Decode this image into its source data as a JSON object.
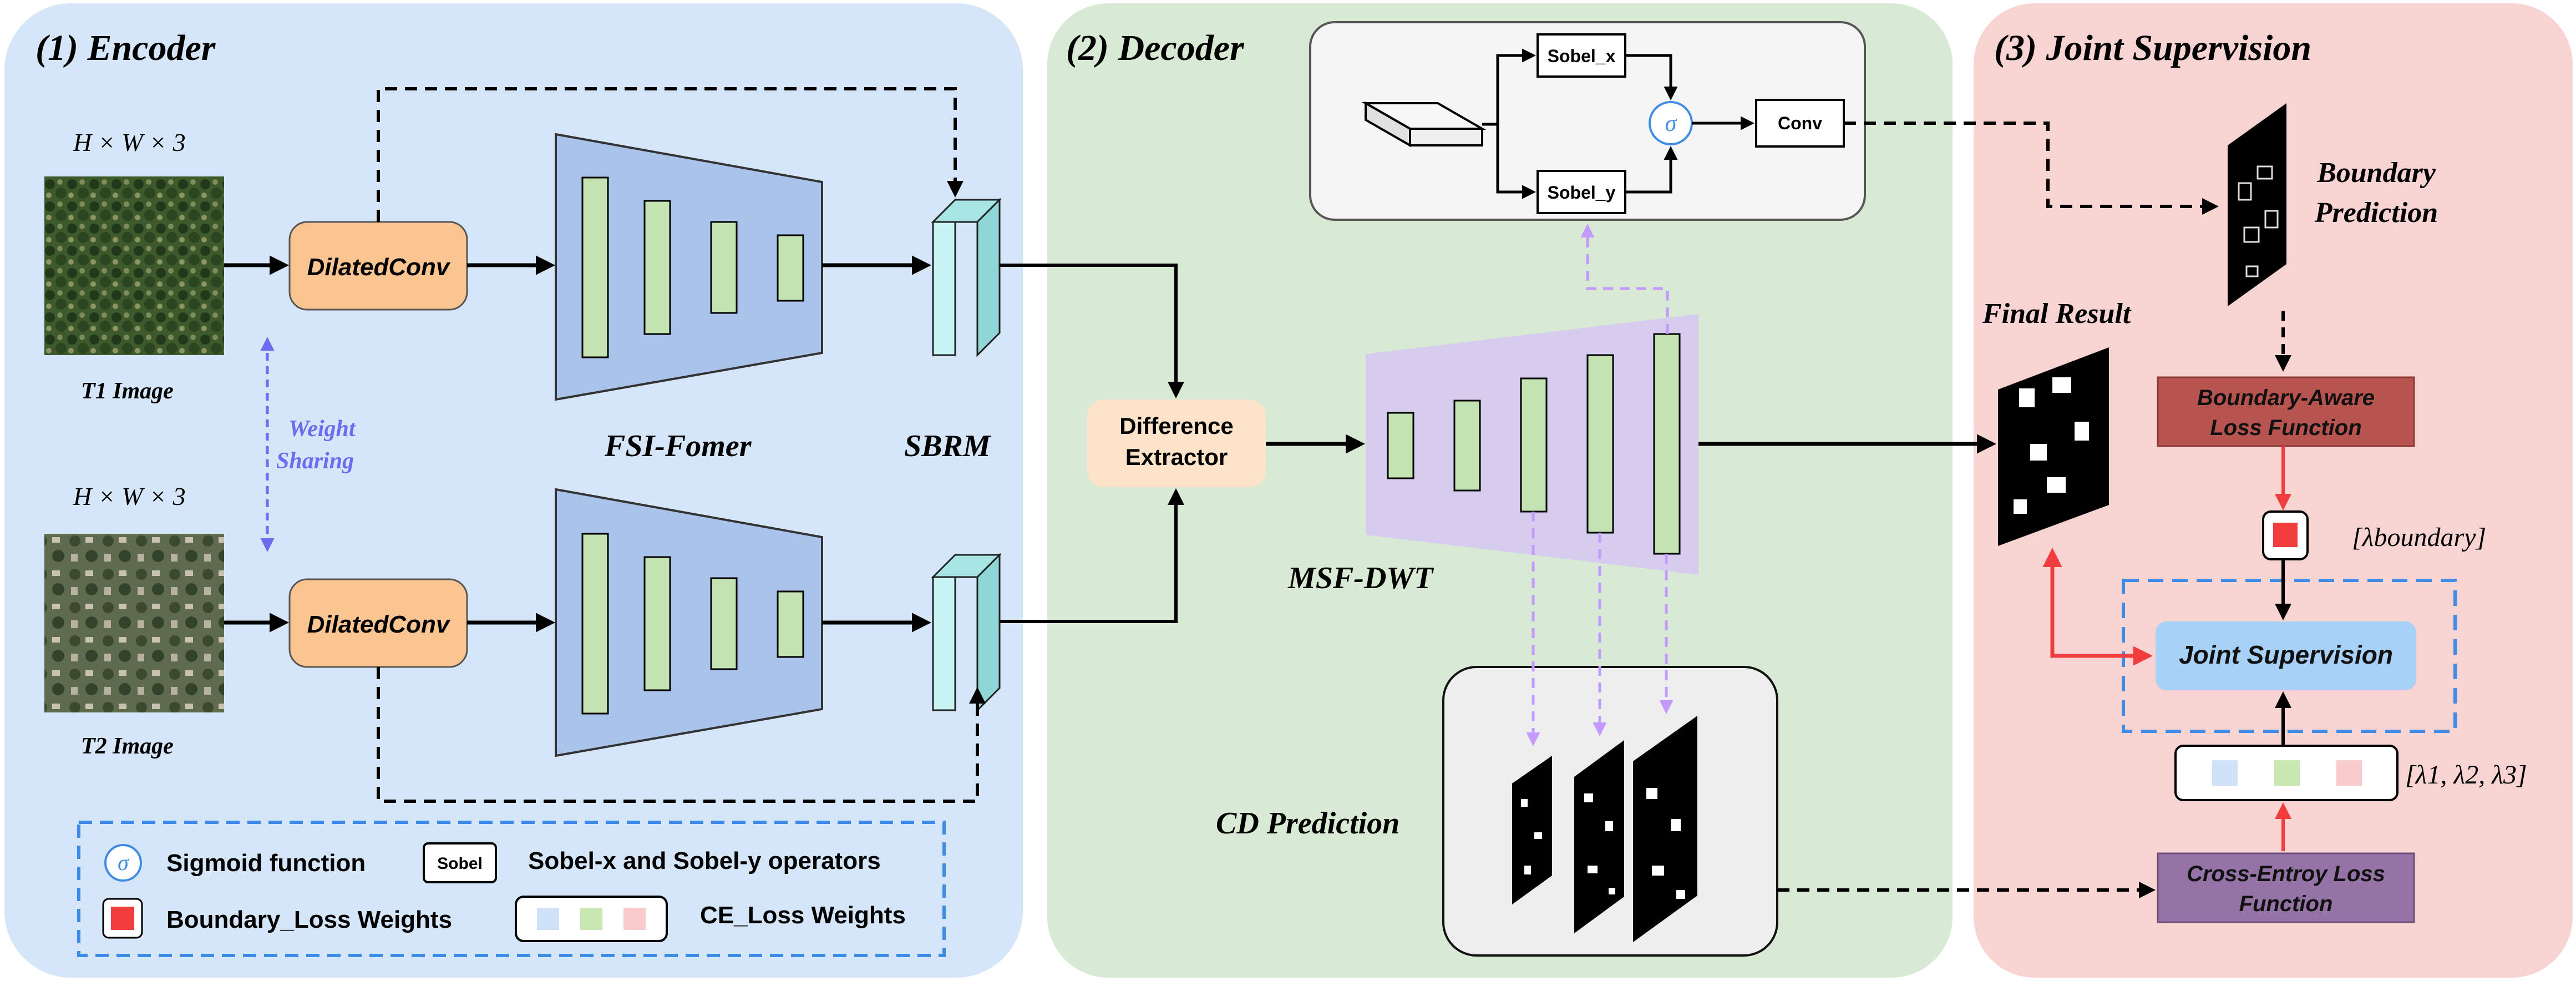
{
  "panels": {
    "encoder_title": "(1) Encoder",
    "decoder_title": "(2) Decoder",
    "joint_title": "(3) Joint Supervision"
  },
  "encoder": {
    "input_size_top": "H × W × 3",
    "input_size_bottom": "H × W × 3",
    "t1_label": "T1 Image",
    "t2_label": "T2 Image",
    "dilatedconv_top": "DilatedConv",
    "dilatedconv_bottom": "DilatedConv",
    "weight_sharing_line1": "Weight",
    "weight_sharing_line2": "Sharing",
    "fsi_label": "FSI-Fomer",
    "sbrm_label": "SBRM"
  },
  "decoder": {
    "diff_line1": "Difference",
    "diff_line2": "Extractor",
    "msf_label": "MSF-DWT",
    "cd_label": "CD Prediction",
    "sobel_x": "Sobel_x",
    "sobel_y": "Sobel_y",
    "sigma": "σ",
    "conv": "Conv"
  },
  "joint": {
    "boundary_pred_line1": "Boundary",
    "boundary_pred_line2": "Prediction",
    "final_result": "Final Result",
    "ba_loss_line1": "Boundary-Aware",
    "ba_loss_line2": "Loss Function",
    "lambda_boundary": "[λboundary]",
    "joint_supervision": "Joint Supervision",
    "lambda_ce": "[λ1, λ2, λ3]",
    "ce_loss_line1": "Cross-Entroy Loss",
    "ce_loss_line2": "Function"
  },
  "legend": {
    "sigma_symbol": "σ",
    "sigmoid": "Sigmoid function",
    "sobel_box": "Sobel",
    "sobel_desc": "Sobel-x and Sobel-y operators",
    "boundary_weights": "Boundary_Loss Weights",
    "ce_weights": "CE_Loss Weights"
  },
  "colors": {
    "encoder_bg": "#d6e6f9",
    "decoder_bg": "#d8ead3",
    "joint_bg": "#f7d4d2",
    "dilatedconv": "#fbc592",
    "trapezoid": "#a9c3ea",
    "green_bar": "#c4e3b2",
    "sbrm": "#c7f3f3",
    "diff": "#fde3c8",
    "msf": "#d6cdee",
    "ba_loss": "#b85450",
    "joint_box": "#a8d1f7",
    "ce_loss": "#9673a6",
    "dashed_blue": "#3f8be5",
    "purple_arrow": "#c39bff",
    "red_arrow": "#f03c3c"
  }
}
